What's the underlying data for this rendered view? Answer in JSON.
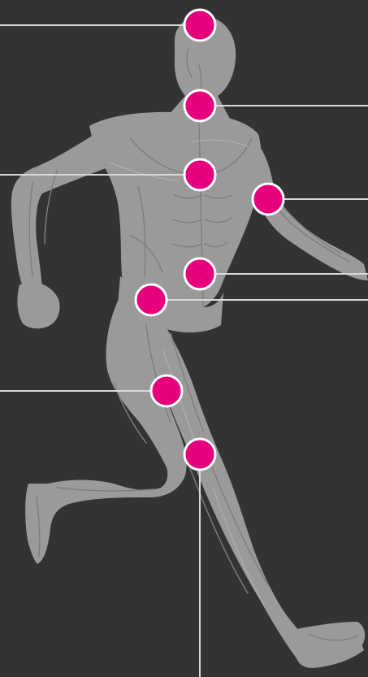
{
  "colors": {
    "background": "#333333",
    "body": "#9a9a9a",
    "hotspot": "#e6007e",
    "hotspot_ring": "#ffffff",
    "leader": "#d9d9d9"
  },
  "hotspots": [
    {
      "id": "head",
      "label": ""
    },
    {
      "id": "neck",
      "label": ""
    },
    {
      "id": "chest",
      "label": ""
    },
    {
      "id": "shoulder",
      "label": ""
    },
    {
      "id": "abdomen",
      "label": ""
    },
    {
      "id": "hip",
      "label": ""
    },
    {
      "id": "thigh",
      "label": ""
    },
    {
      "id": "knee",
      "label": ""
    }
  ]
}
